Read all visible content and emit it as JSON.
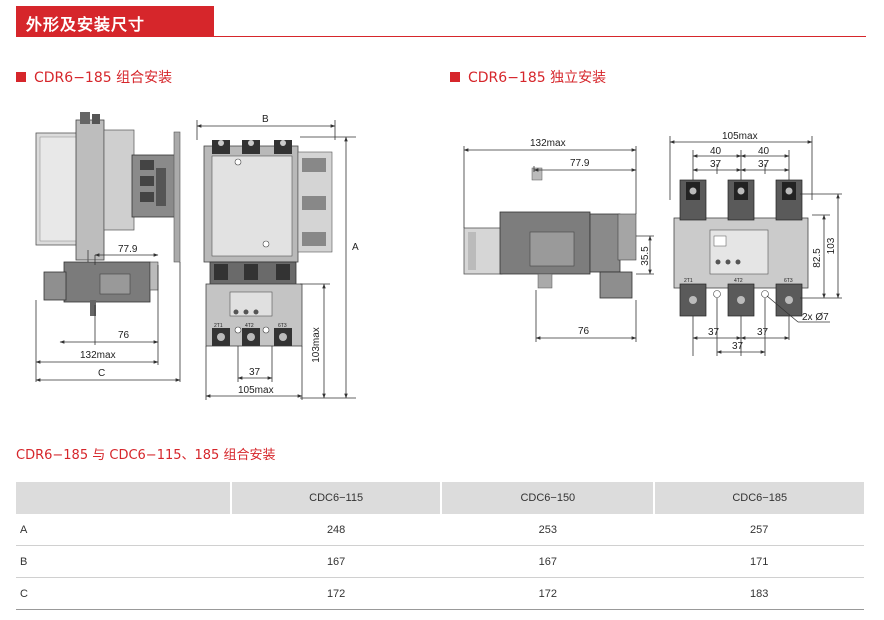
{
  "header": {
    "title": "外形及安装尺寸"
  },
  "left_section": {
    "title": "CDR6−185 组合安装",
    "dims": {
      "d_779": "77.9",
      "d_76": "76",
      "d_132max": "132max",
      "d_C": "C",
      "d_B": "B",
      "d_A": "A",
      "d_103max": "103max",
      "d_37": "37",
      "d_105max": "105max"
    },
    "label_2t1": "2T1",
    "label_4t2": "4T2",
    "label_6t3": "6T3"
  },
  "right_section": {
    "title": "CDR6−185 独立安装",
    "dims": {
      "d_132max": "132max",
      "d_779": "77.9",
      "d_355": "35.5",
      "d_76": "76",
      "d_105max": "105max",
      "d_40a": "40",
      "d_40b": "40",
      "d_37a": "37",
      "d_37b": "37",
      "d_825": "82.5",
      "d_103": "103",
      "d_37c": "37",
      "d_37d": "37",
      "d_37e": "37",
      "d_2x7": "2x Ø7"
    },
    "label_2t1": "2T1",
    "label_4t2": "4T2",
    "label_6t3": "6T3"
  },
  "table_section": {
    "title": "CDR6−185 与 CDC6−115、185 组合安装",
    "columns": [
      "",
      "CDC6−115",
      "CDC6−150",
      "CDC6−185"
    ],
    "rows": [
      {
        "label": "A",
        "values": [
          "248",
          "253",
          "257"
        ]
      },
      {
        "label": "B",
        "values": [
          "167",
          "167",
          "171"
        ]
      },
      {
        "label": "C",
        "values": [
          "172",
          "172",
          "183"
        ]
      }
    ]
  }
}
